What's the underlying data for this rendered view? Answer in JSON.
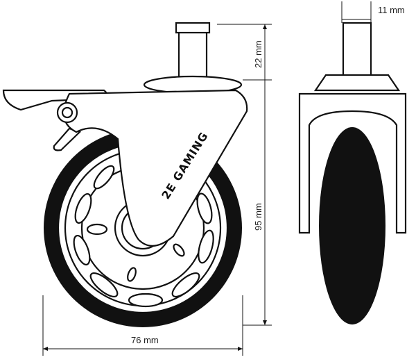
{
  "brand": "2E GAMING",
  "dimensions": {
    "stem_width": "11 mm",
    "stem_height": "22 mm",
    "total_height": "95 mm",
    "wheel_diameter": "76 mm"
  },
  "colors": {
    "line": "#111111",
    "tire": "#111111",
    "background": "#ffffff"
  }
}
